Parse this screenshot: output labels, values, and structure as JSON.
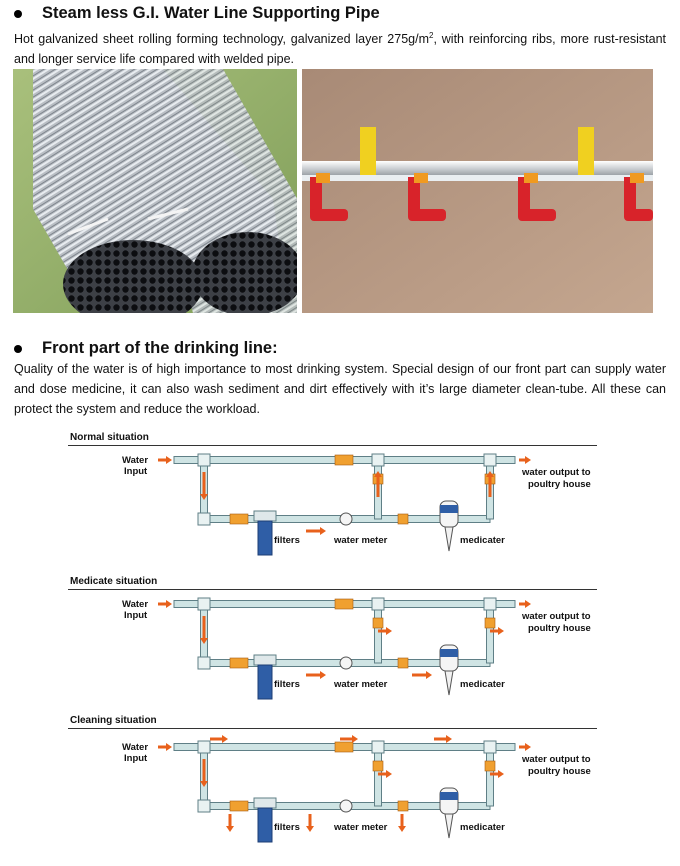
{
  "section1": {
    "heading": "Steam less G.I. Water Line Supporting Pipe",
    "para_main": "Hot galvanized sheet rolling forming technology, galvanized layer 275g/m",
    "para_sup": "2",
    "para_tail": ", with reinforcing ribs, more rust-resistant and longer service life compared with welded pipe."
  },
  "section2": {
    "heading": "Front part of the drinking line:",
    "para": "Quality of the water is of high importance to most drinking system. Special design of our front part can supply water and dose medicine, it can also wash sediment and dirt effectively with it’s large diameter clean-tube. All these can protect the system and reduce the workload."
  },
  "diagrams": [
    {
      "title": "Normal situation",
      "inlet": [
        "Water",
        "Input"
      ],
      "filters": "filters",
      "meter": "water meter",
      "medicater": "medicater",
      "outlet": [
        "water output to",
        "poultry house"
      ]
    },
    {
      "title": "Medicate situation",
      "inlet": [
        "Water",
        "Input"
      ],
      "filters": "filters",
      "meter": "water meter",
      "medicater": "medicater",
      "outlet": [
        "water output to",
        "poultry house"
      ]
    },
    {
      "title": "Cleaning situation",
      "inlet": [
        "Water",
        "Input"
      ],
      "filters": "filters",
      "meter": "water meter",
      "medicater": "medicater",
      "outlet": [
        "water output to",
        "poultry house"
      ]
    }
  ],
  "colors": {
    "pipe": "#cfe4e4",
    "pipe_edge": "#5f7f86",
    "arrow": "#e8611c",
    "valve": "#f0a030",
    "filter": "#2f5ea6"
  }
}
